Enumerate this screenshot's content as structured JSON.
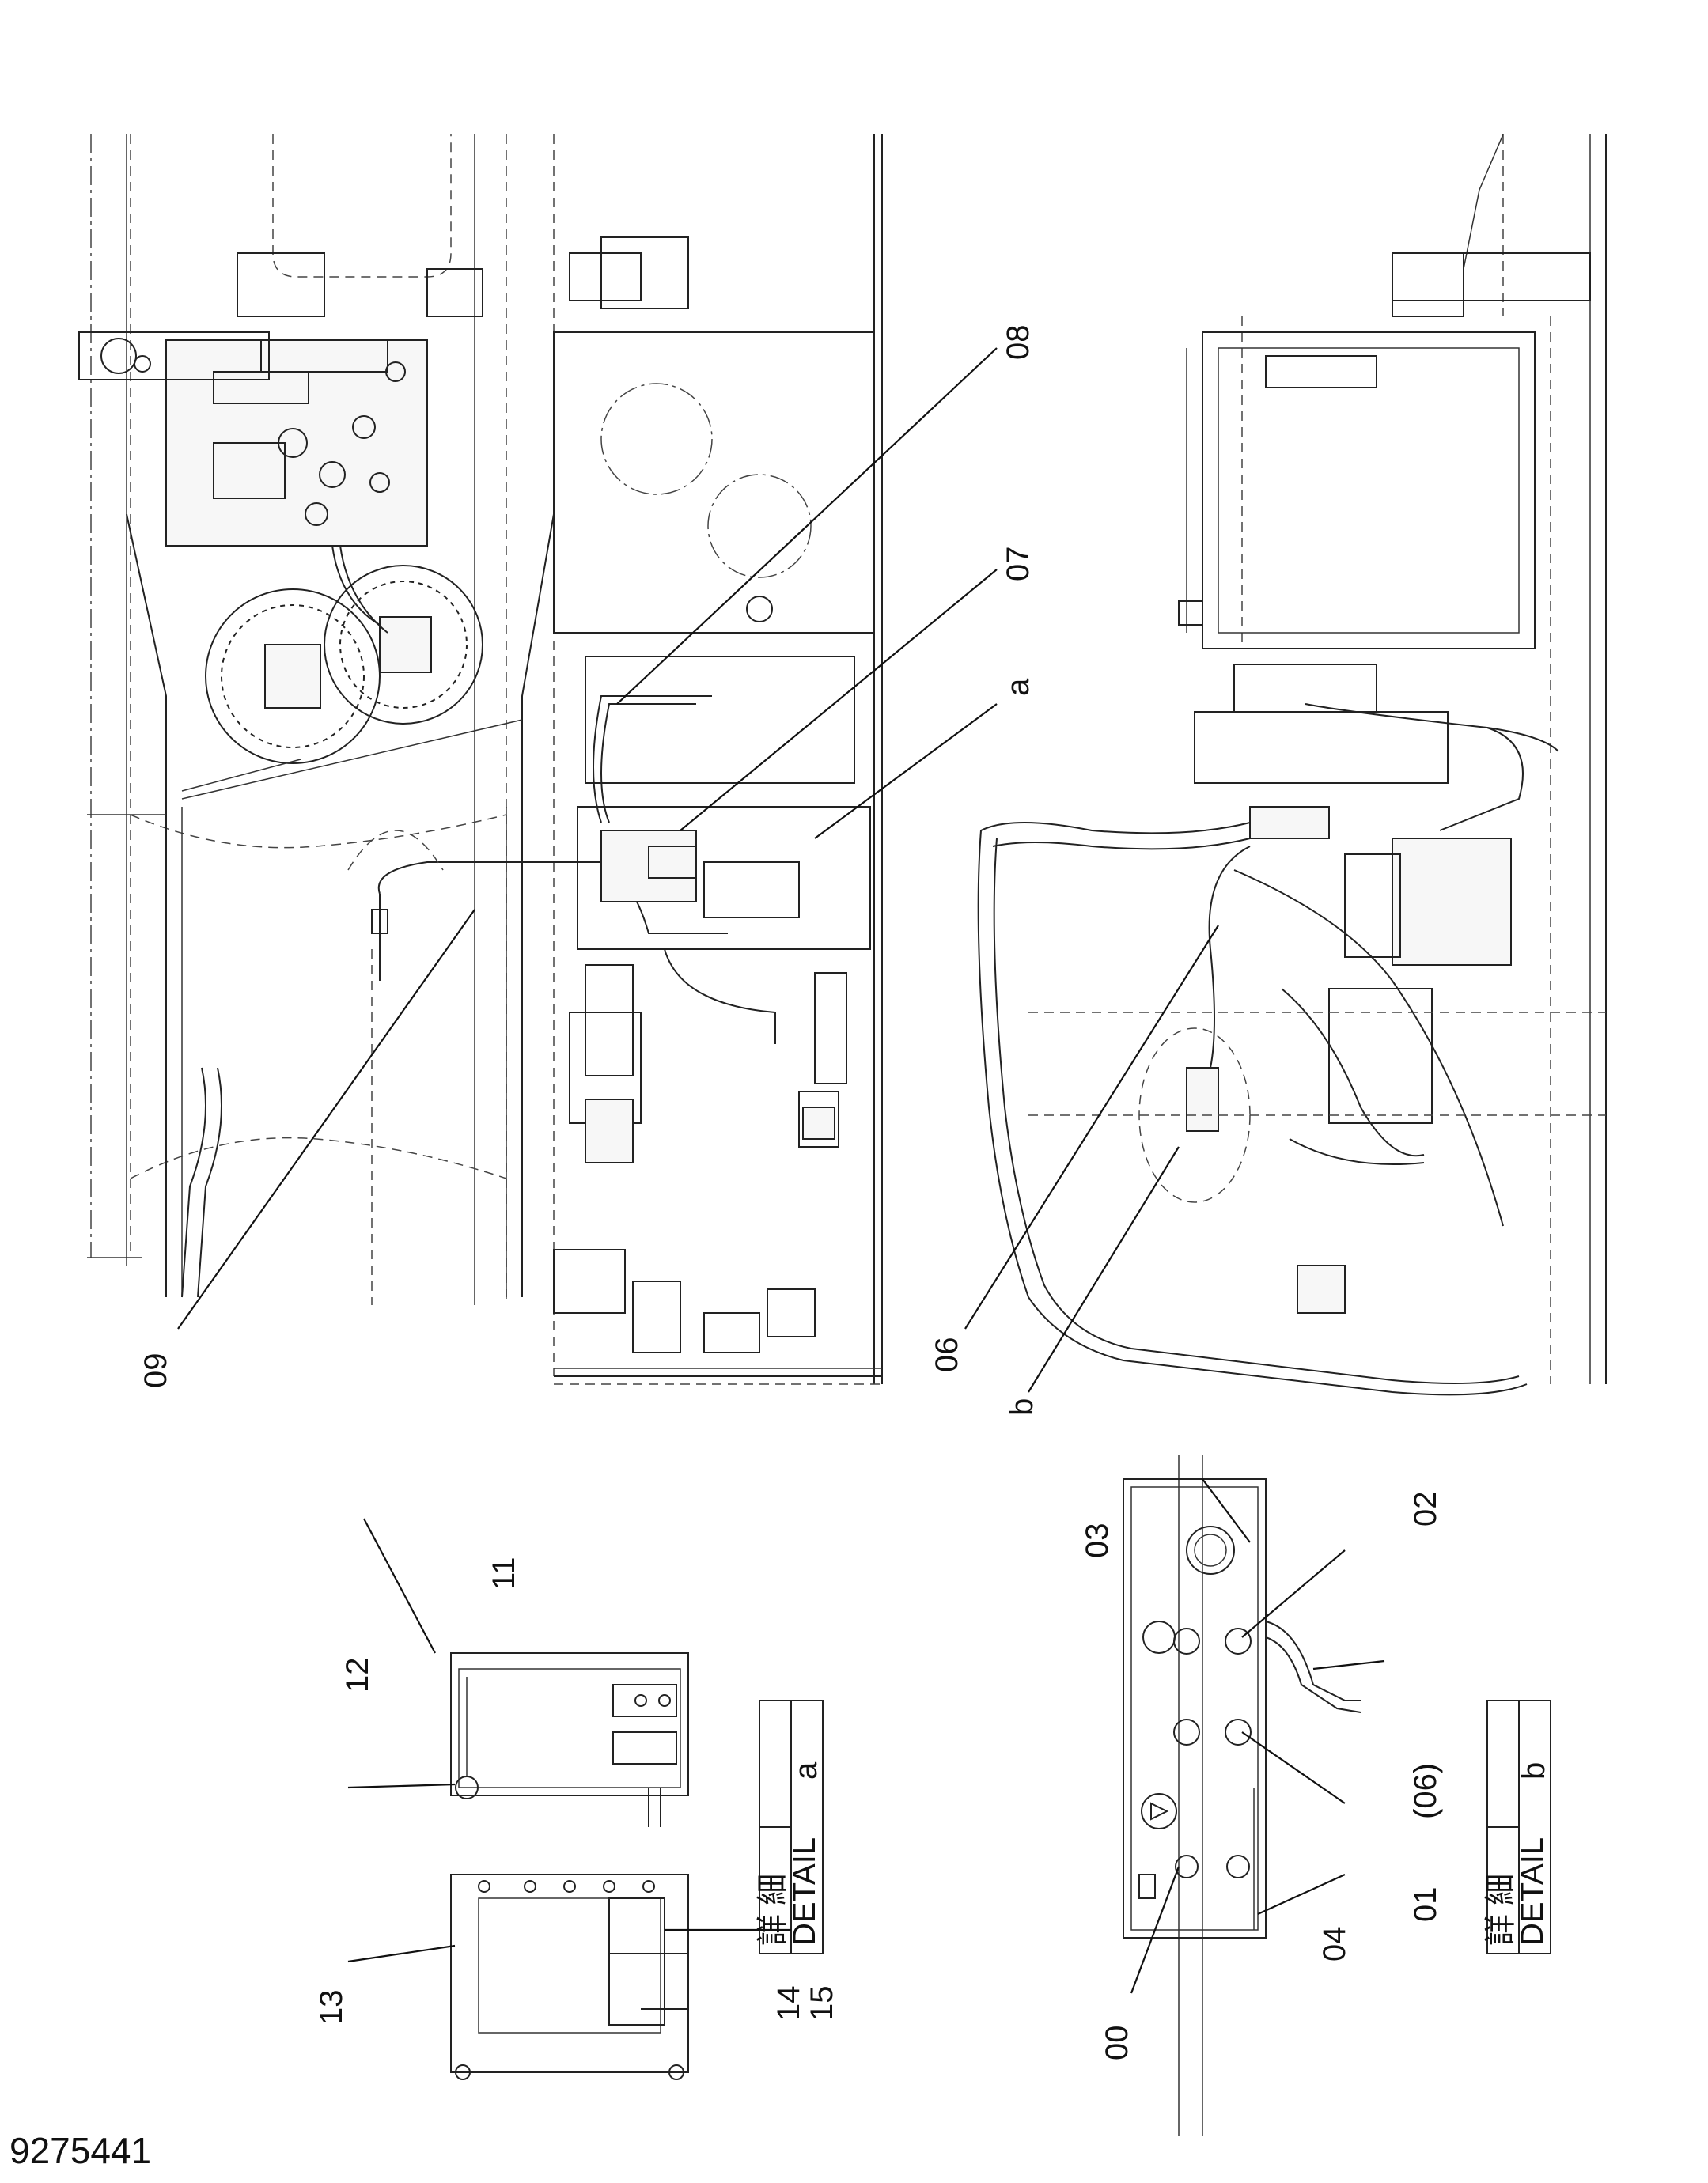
{
  "drawing_number": "9275441",
  "callouts": {
    "c00": "00",
    "c01": "01",
    "c02": "02",
    "c03": "03",
    "c04": "04",
    "c06": "06",
    "c06p": "(06)",
    "c07": "07",
    "c08": "08",
    "c09": "09",
    "c11": "11",
    "c12": "12",
    "c13": "13",
    "c14": "14",
    "c15": "15",
    "ca": "a",
    "cb": "b"
  },
  "details": {
    "a": {
      "jp": "詳 細",
      "en": "DETAIL",
      "letter": "a"
    },
    "b": {
      "jp": "詳 細",
      "en": "DETAIL",
      "letter": "b"
    }
  }
}
